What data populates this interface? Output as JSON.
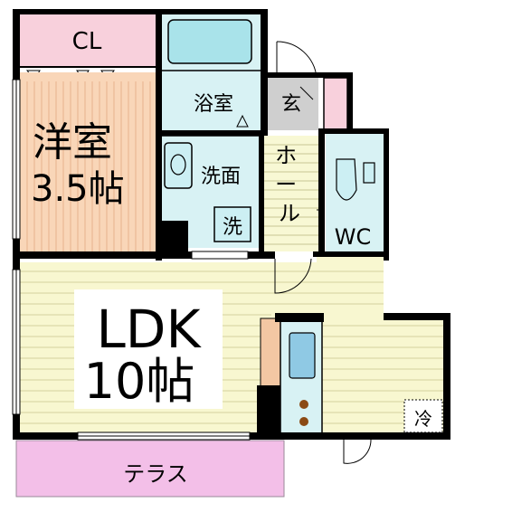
{
  "rooms": {
    "closet": {
      "label": "CL"
    },
    "western_room": {
      "name": "洋室",
      "size": "3.5帖"
    },
    "bathroom": {
      "label": "浴室"
    },
    "entrance": {
      "label": "玄"
    },
    "washroom": {
      "label": "洗面",
      "washer_label": "洗"
    },
    "hall": {
      "label": "ホール"
    },
    "toilet": {
      "label": "WC"
    },
    "ldk": {
      "name": "LDK",
      "size": "10帖"
    },
    "refrigerator": {
      "label": "冷"
    },
    "terrace": {
      "label": "テラス"
    }
  },
  "colors": {
    "wall": "#000000",
    "closet_fill": "#f8d0dc",
    "western_room_fill": "#f9d6b8",
    "wet_area_fill": "#d8f2f4",
    "hall_fill": "#f8f8d4",
    "entrance_fill": "#cfcfcf",
    "ldk_fill": "#f8f7d0",
    "terrace_fill": "#f3bfe8",
    "kitchen_fill": "#8fc9e4",
    "stove_burner": "#8b4a14",
    "counter_fill": "#f3c7a3"
  }
}
